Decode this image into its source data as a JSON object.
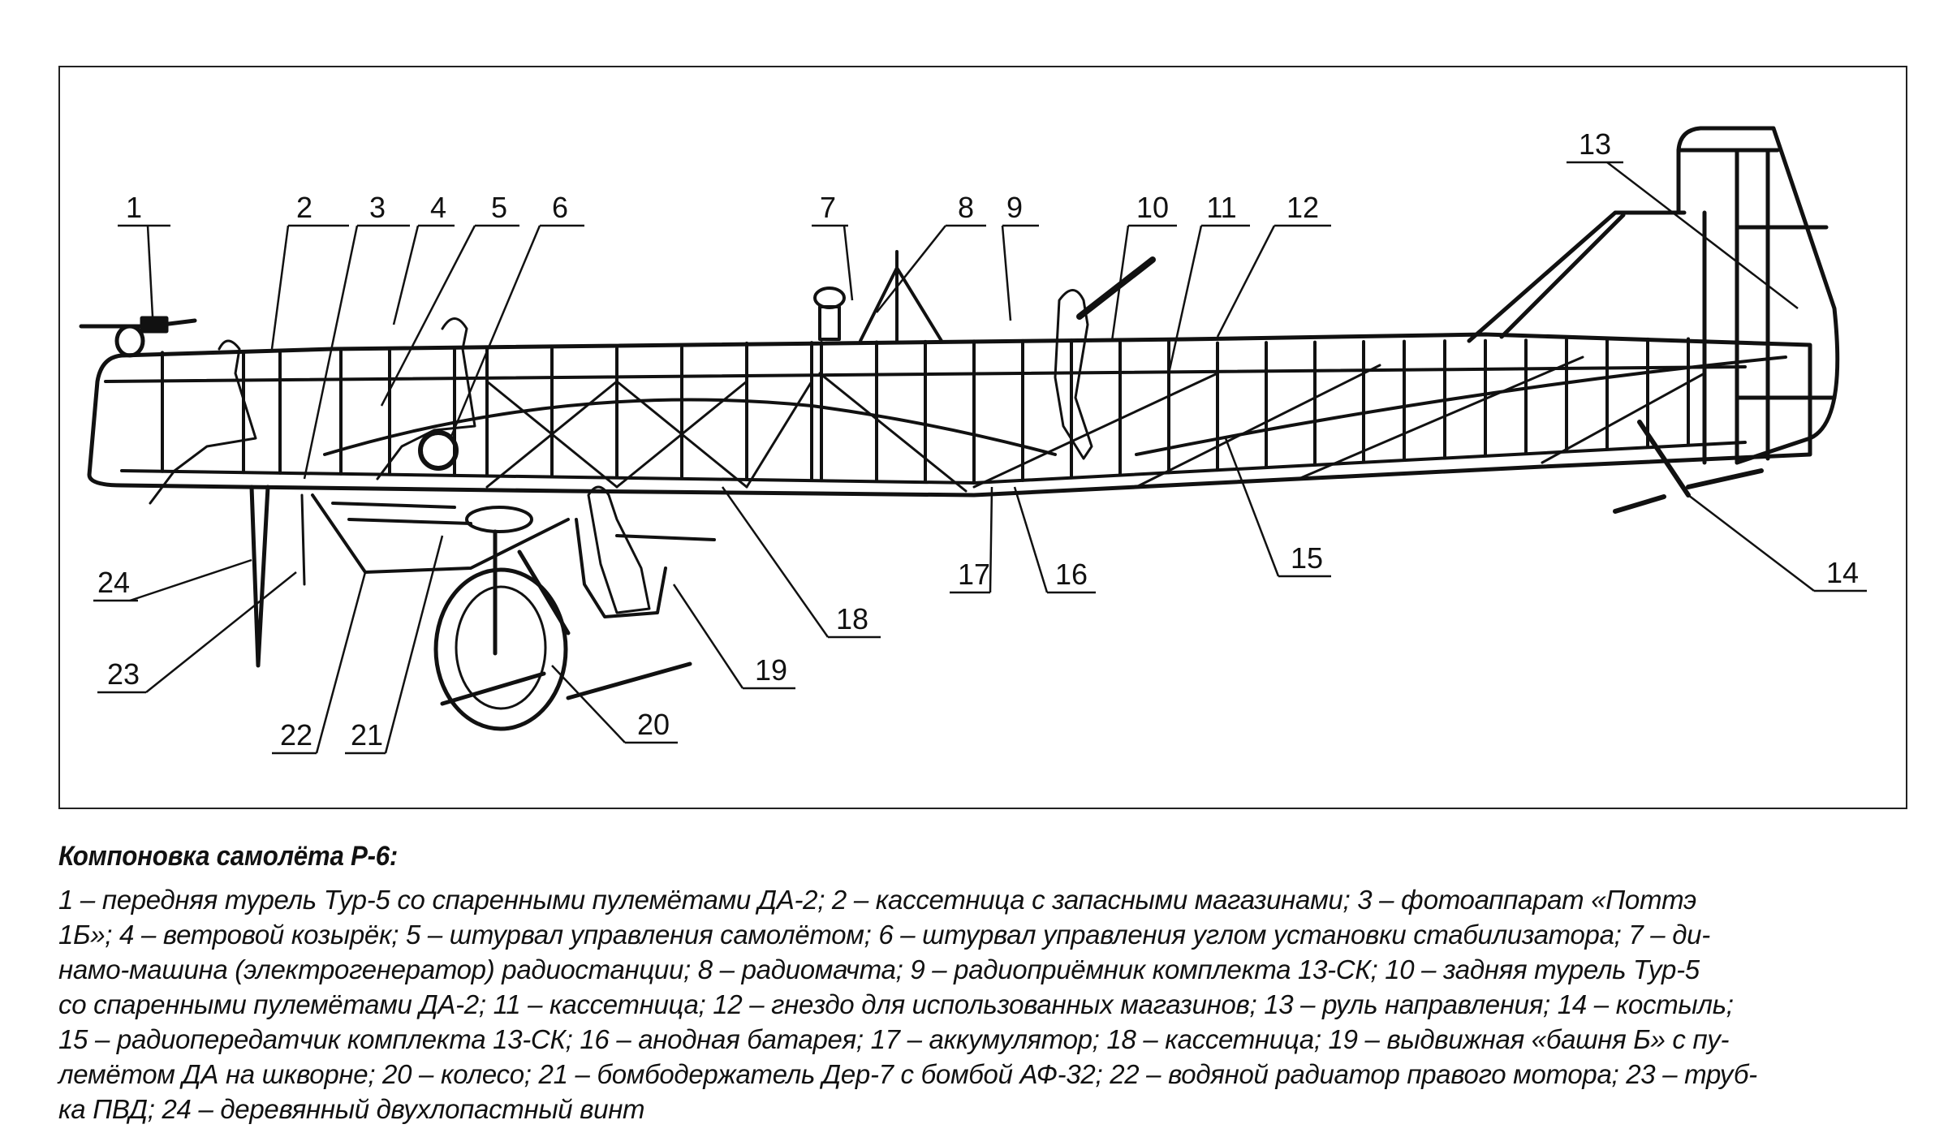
{
  "figure": {
    "title": "Компоновка самолёта Р-6:",
    "legend": [
      {
        "num": "1",
        "text": "передняя турель Тур-5 со спаренными пулемётами ДА-2"
      },
      {
        "num": "2",
        "text": "кассетница с запасными магазинами"
      },
      {
        "num": "3",
        "text": "фотоаппарат «Поттэ 1Б»"
      },
      {
        "num": "4",
        "text": "ветровой козырёк"
      },
      {
        "num": "5",
        "text": "штурвал управления самолётом"
      },
      {
        "num": "6",
        "text": "штурвал управления углом установки стабилизатора"
      },
      {
        "num": "7",
        "text": "динамо-машина (электрогенератор) радиостанции"
      },
      {
        "num": "8",
        "text": "радиомачта"
      },
      {
        "num": "9",
        "text": "радиоприёмник комплекта 13-СК"
      },
      {
        "num": "10",
        "text": "задняя турель Тур-5 со спаренными пулемётами ДА-2"
      },
      {
        "num": "11",
        "text": "кассетница"
      },
      {
        "num": "12",
        "text": "гнездо для использованных магазинов"
      },
      {
        "num": "13",
        "text": "руль направления"
      },
      {
        "num": "14",
        "text": "костыль"
      },
      {
        "num": "15",
        "text": "радиопередатчик комплекта 13-СК"
      },
      {
        "num": "16",
        "text": "анодная батарея"
      },
      {
        "num": "17",
        "text": "аккумулятор"
      },
      {
        "num": "18",
        "text": "кассетница"
      },
      {
        "num": "19",
        "text": "выдвижная «башня Б» с пулемётом ДА на шкворне"
      },
      {
        "num": "20",
        "text": "колесо"
      },
      {
        "num": "21",
        "text": "бомбодержатель Дер-7 с бомбой АФ-32"
      },
      {
        "num": "22",
        "text": "водяной радиатор правого мотора"
      },
      {
        "num": "23",
        "text": "трубка ПВД"
      },
      {
        "num": "24",
        "text": "деревянный двухлопастный винт"
      }
    ],
    "caption_lines": [
      "1 – передняя турель Тур-5 со спаренными пулемётами ДА-2; 2 – кассетница с запасными магазинами; 3 – фотоаппарат «Поттэ",
      "1Б»; 4 – ветровой козырёк; 5 – штурвал управления самолётом; 6 – штурвал управления углом установки стабилизатора; 7 – ди-",
      "намо-машина (электрогенератор) радиостанции; 8 – радиомачта; 9 – радиоприёмник комплекта 13-СК; 10 – задняя турель Тур-5",
      "со спаренными пулемётами ДА-2; 11 – кассетница; 12 – гнездо для использованных магазинов; 13 – руль направления; 14 – костыль;",
      "15 – радиопередатчик комплекта 13-СК; 16 – анодная батарея; 17 – аккумулятор; 18 – кассетница; 19 – выдвижная «башня Б» с пу-",
      "лемётом ДА на шкворне; 20 – колесо; 21 – бомбодержатель Дер-7 с бомбой АФ-32; 22 – водяной радиатор правого мотора; 23 – труб-",
      "ка ПВД; 24 – деревянный двухлопастный винт"
    ]
  }
}
